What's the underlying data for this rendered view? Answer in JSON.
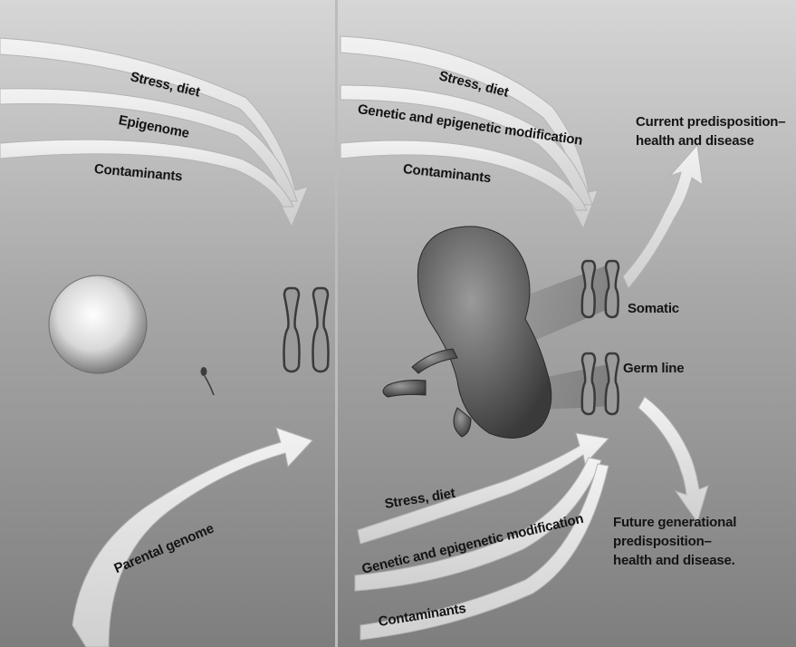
{
  "left_panel": {
    "top_arrows": {
      "stress_diet": "Stress, diet",
      "epigenome": "Epigenome",
      "contaminants": "Contaminants"
    },
    "bottom_arrow": {
      "parental_genome": "Parental genome"
    }
  },
  "right_panel": {
    "top_arrows": {
      "stress_diet": "Stress, diet",
      "genetic_epigenetic": "Genetic and epigenetic modification",
      "contaminants": "Contaminants"
    },
    "bottom_arrows": {
      "stress_diet": "Stress, diet",
      "genetic_epigenetic": "Genetic and epigenetic modification",
      "contaminants": "Contaminants"
    },
    "chromosome_labels": {
      "somatic": "Somatic",
      "germ_line": "Germ line"
    },
    "outcomes": {
      "current": [
        "Current predisposition–",
        "health and disease"
      ],
      "future": [
        "Future generational",
        "predisposition–",
        "health and disease."
      ]
    }
  },
  "colors": {
    "arrow_fill": "#e4e4e4",
    "arrow_edge": "#bdbdbd",
    "background_light": "#d2d2d2",
    "background_dark": "#858585",
    "text": "#141414"
  }
}
